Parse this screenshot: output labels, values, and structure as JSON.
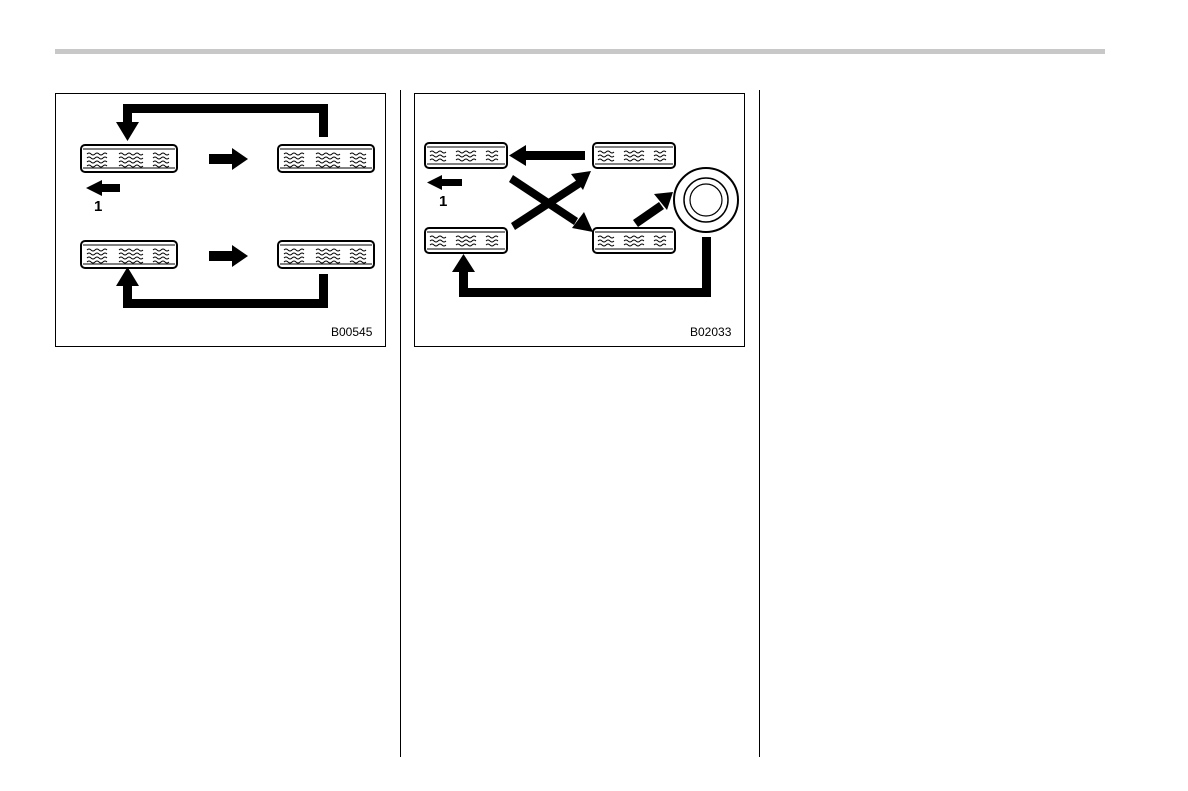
{
  "figures": [
    {
      "id": "figure-1",
      "code": "B00545",
      "callout": "1",
      "description_icons": [
        "tire-icon",
        "tire-icon",
        "tire-icon",
        "tire-icon"
      ]
    },
    {
      "id": "figure-2",
      "code": "B02033",
      "callout": "1",
      "description_icons": [
        "tire-icon",
        "tire-icon",
        "tire-icon",
        "tire-icon",
        "spare-tire-icon"
      ]
    }
  ],
  "colors": {
    "line": "#000000",
    "rule": "#c8c8c8",
    "background": "#ffffff"
  }
}
